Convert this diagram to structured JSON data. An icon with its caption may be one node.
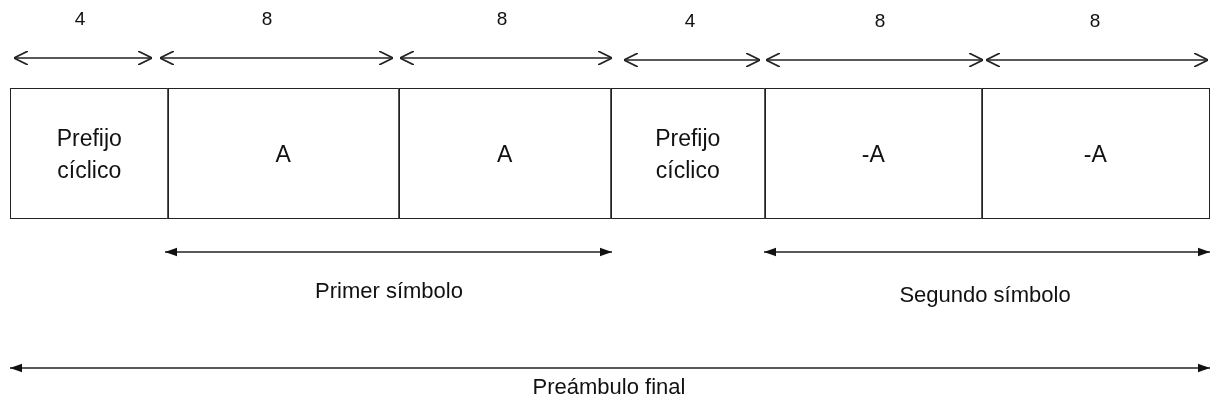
{
  "diagram": {
    "nodes": [
      {
        "text": [
          "Prefijo cíclico"
        ]
      },
      {
        "text": [
          "A"
        ]
      },
      {
        "text": [
          "A"
        ]
      },
      {
        "text": [
          "Prefijo cíclico"
        ]
      },
      {
        "text": [
          "-A"
        ]
      },
      {
        "text": [
          "-A"
        ]
      }
    ],
    "labels": [
      "4",
      "8",
      "8",
      "4",
      "8",
      "8",
      "Primer símbolo",
      "Segundo símbolo",
      "Preámbulo final"
    ]
  }
}
